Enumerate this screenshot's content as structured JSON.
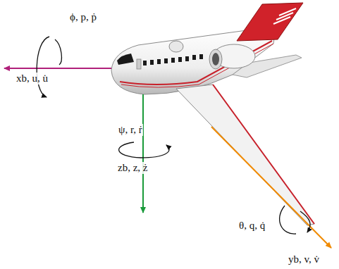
{
  "diagram": {
    "labels": [
      "ϕ, p, ṗ",
      "xb, u, u̇",
      "ψ, r, ṙ",
      "zb, z, ż",
      "θ, q, q̇",
      "yb, v, v̇"
    ]
  }
}
